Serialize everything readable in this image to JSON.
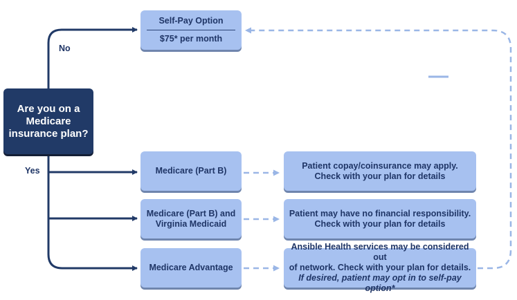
{
  "question": {
    "line1": "Are you on a",
    "line2": "Medicare",
    "line3": "insurance plan?"
  },
  "branches": {
    "no_label": "No",
    "yes_label": "Yes"
  },
  "self_pay": {
    "title": "Self-Pay Option",
    "price": "$75* per month"
  },
  "plans": [
    {
      "name": "Medicare (Part B)",
      "note_line1": "Patient copay/coinsurance may apply.",
      "note_line2": "Check with your plan for details"
    },
    {
      "name_line1": "Medicare (Part B) and",
      "name_line2": "Virginia Medicaid",
      "note_line1": "Patient may have no financial responsibility.",
      "note_line2": "Check with your plan for details"
    },
    {
      "name": "Medicare Advantage",
      "note_line1": "Ansible Health services may be considered out",
      "note_line2": "of network. Check with your plan for details.",
      "note_line3": "If desired, patient may opt in to self-pay option*"
    }
  ],
  "colors": {
    "dark_navy": "#213a67",
    "light_blue": "#a7c1f0",
    "dashed_connector": "#9ab6e6",
    "text_navy": "#1f3566"
  }
}
